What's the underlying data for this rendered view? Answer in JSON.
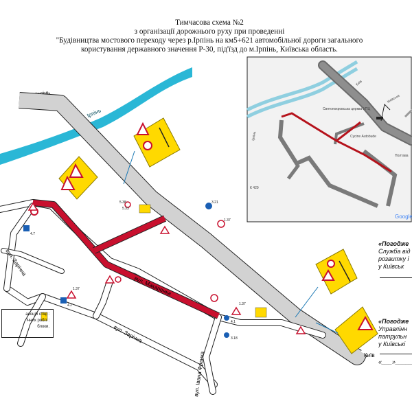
{
  "header": {
    "line1": "Тимчасова схема №2",
    "line2": "з організації дорожнього руху при проведенні",
    "line3": "\"Будівництва мостового переходу через р.Ірпінь на км5+621 автомобільної дороги загального",
    "line4": "користування державного значення Р-30, під'їзд до м.Ірпінь, Київська область."
  },
  "map": {
    "river_label_top": "Ірпінь",
    "river_label": "р. Ірпінь",
    "street_zarichna_1": "вул. Зарічна",
    "street_makarenka": "вул. Макаренка",
    "street_zarichna_2": "вул. Зарічна",
    "street_franka": "вул. Івана Франка",
    "direction_kyiv": "Київ"
  },
  "sign_labels": {
    "s1": "5.38",
    "s2": "5.33",
    "s3": "3.21",
    "s4": "1.37",
    "s5": "4.7",
    "s6": "4.2",
    "s7": "1.37",
    "s8": "1.37",
    "s9": "4.1",
    "s10": "3.18"
  },
  "inset": {
    "label1": "Святопокровська церква УПЦ",
    "label2": "Сусіпе Autobude",
    "label3": "Київська",
    "label4": "Київ",
    "label5": "Полтава",
    "label6": "Ірпінь",
    "label7": "К 429",
    "google": "Google"
  },
  "approval1": {
    "title": "«Погодже",
    "line1": "Служба від",
    "line2": "розвитку і",
    "line3": "у Київськ"
  },
  "approval2": {
    "title": "«Погодже",
    "line1": "Управлінн",
    "line2": "патрульн",
    "line3": "у Київські",
    "date": "«___»______"
  },
  "legend": {
    "line1": "асоцій стіці :",
    "line2": "ічних робіт :",
    "line3": "блоки."
  },
  "colors": {
    "river": "#2ab7d6",
    "road_gray": "#cfcfcf",
    "road_outline": "#222222",
    "detour": "#c8102e",
    "sign_yellow": "#ffd900",
    "inset_road": "#7a7a7a",
    "inset_detour": "#b5121b"
  }
}
